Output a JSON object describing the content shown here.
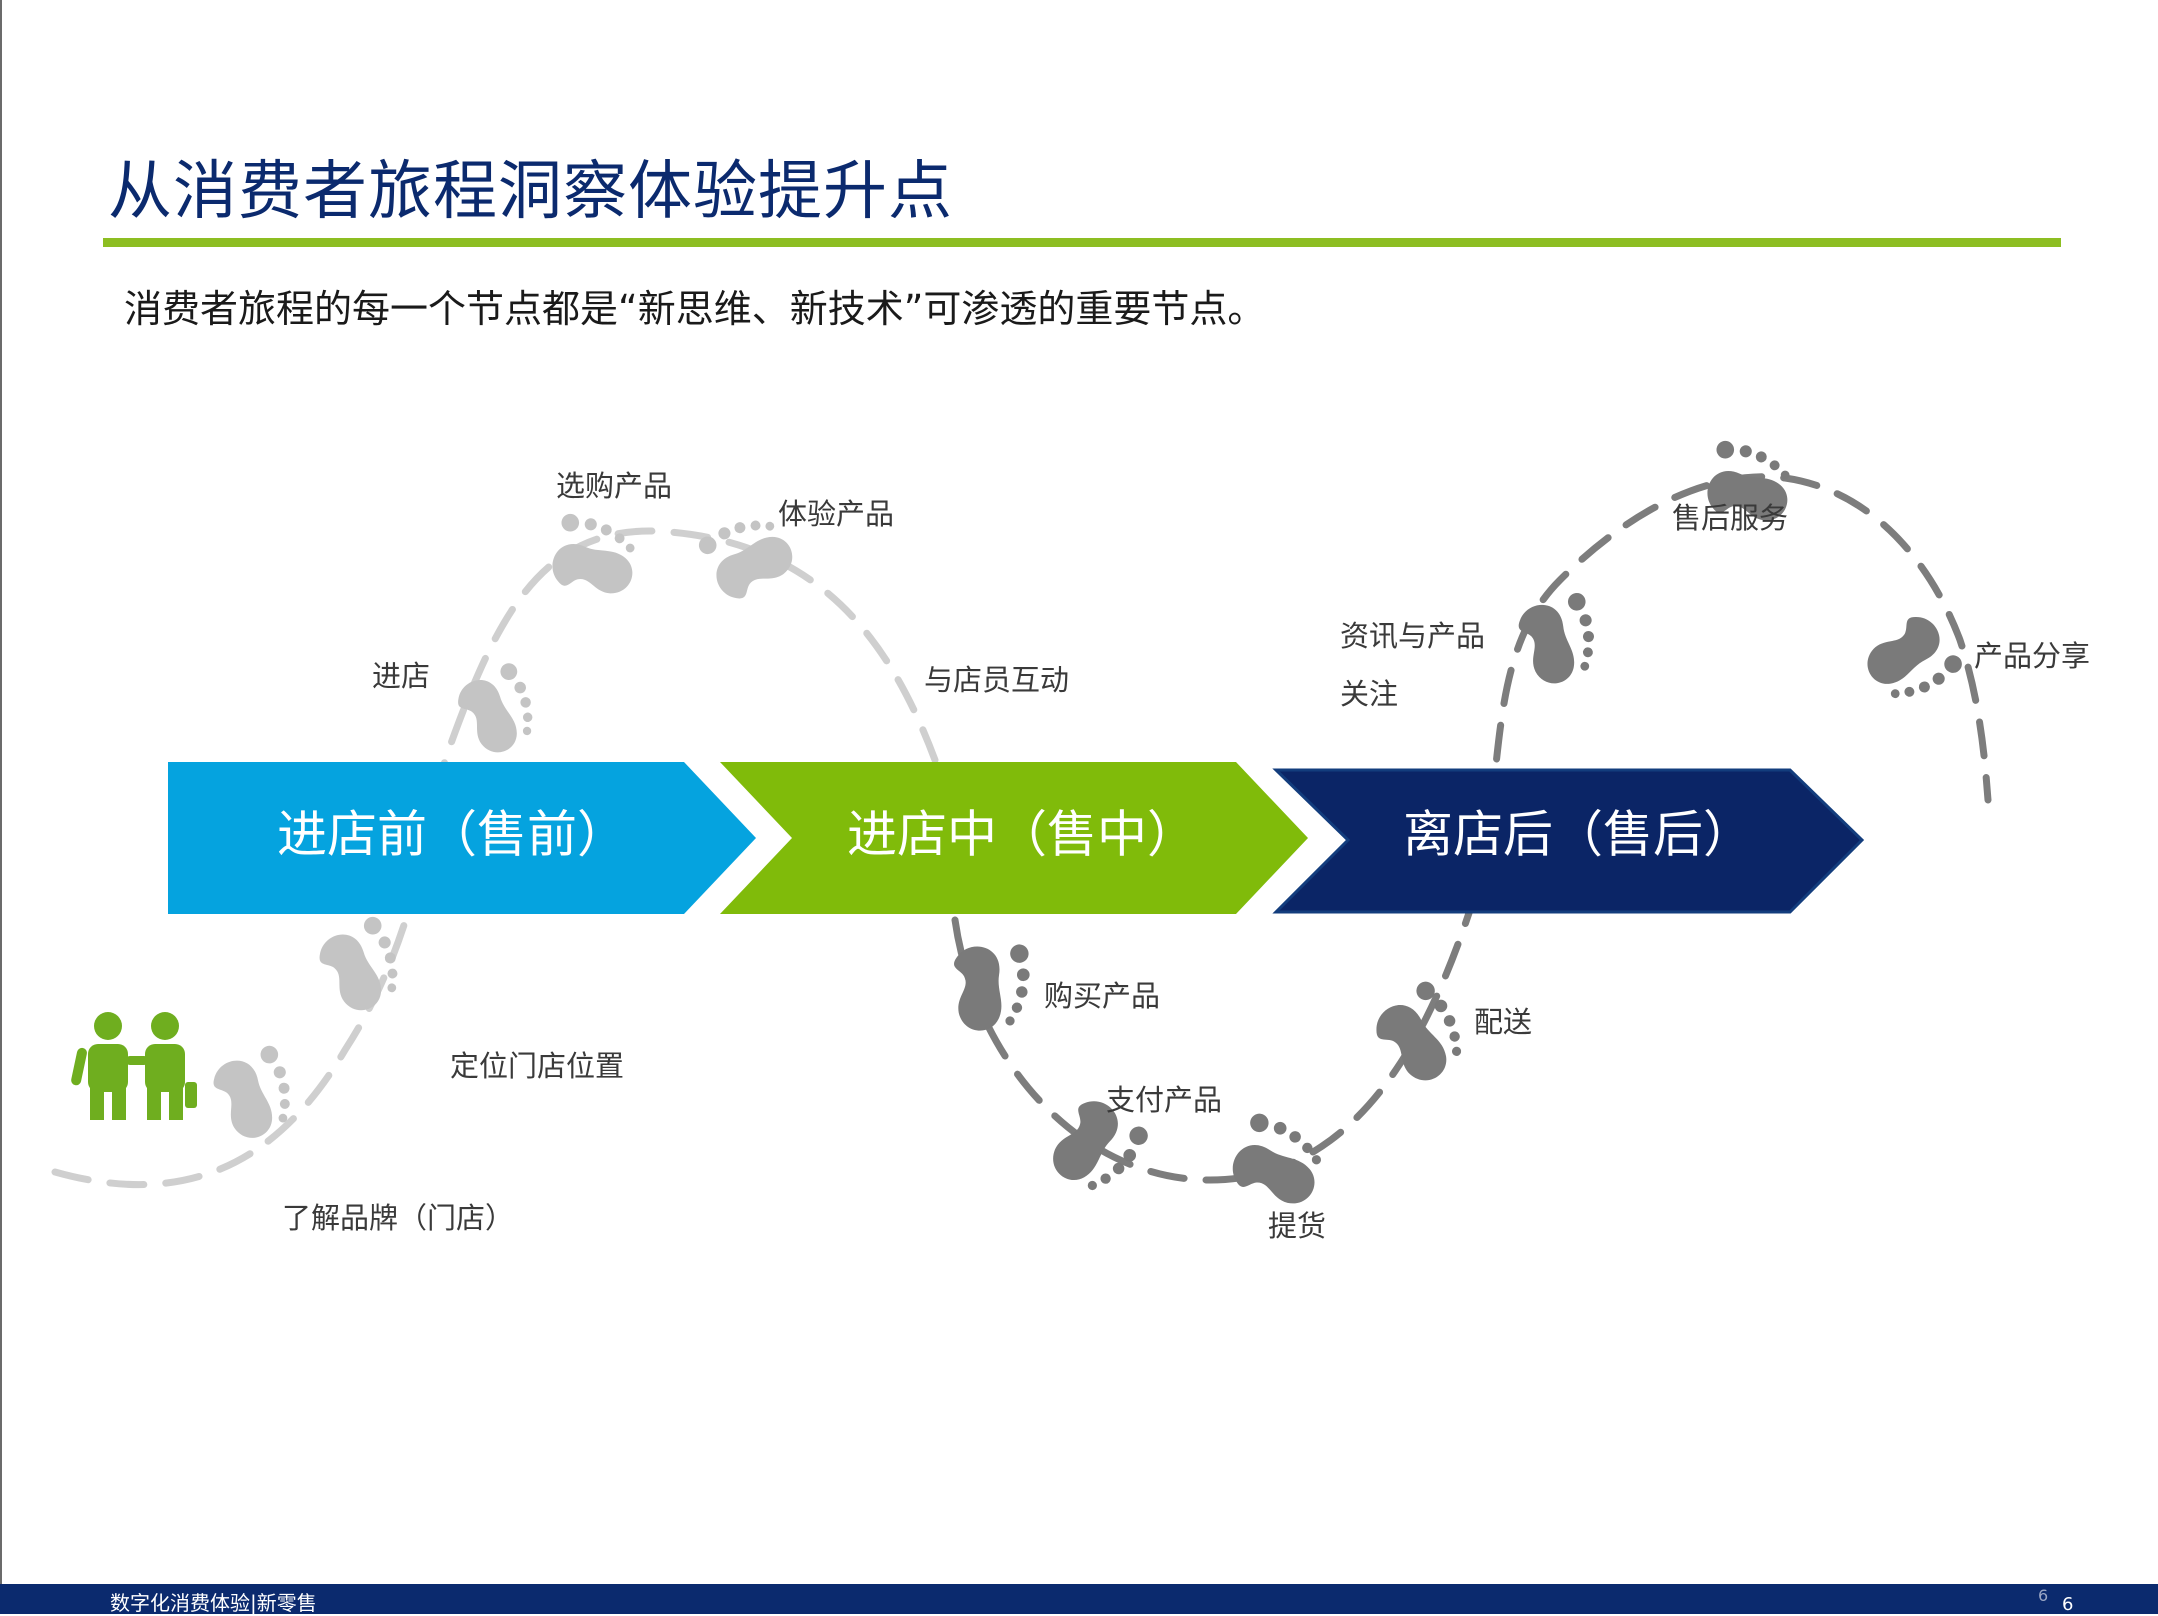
{
  "title": "从消费者旅程洞察体验提升点",
  "subtitle": "消费者旅程的每一个节点都是“新思维、新技术”可渗透的重要节点。",
  "phases": [
    {
      "label": "进店前（售前）",
      "color": "#05a3df"
    },
    {
      "label": "进店中（售中）",
      "color": "#80bb0a"
    },
    {
      "label": "离店后（售后）",
      "color": "#0b2566"
    }
  ],
  "touchpoints": {
    "understand_brand": "了解品牌（门店）",
    "locate_store": "定位门店位置",
    "enter_store": "进店",
    "browse_products": "选购产品",
    "experience_products": "体验产品",
    "interact_staff": "与店员互动",
    "buy_products": "购买产品",
    "pay_products": "支付产品",
    "pickup": "提货",
    "delivery": "配送",
    "info_follow_1": "资讯与产品",
    "info_follow_2": "关注",
    "after_sales_service": "售后服务",
    "share_products": "产品分享"
  },
  "colors": {
    "title": "#0b2a6e",
    "accent_rule": "#8dbe22",
    "footprint_light": "#c4c4c4",
    "footprint_dark": "#7a7a7a",
    "people_icon": "#6fae1f"
  },
  "footer": {
    "text": "数字化消费体验|新零售",
    "page_a": "6",
    "page_b": "6"
  }
}
